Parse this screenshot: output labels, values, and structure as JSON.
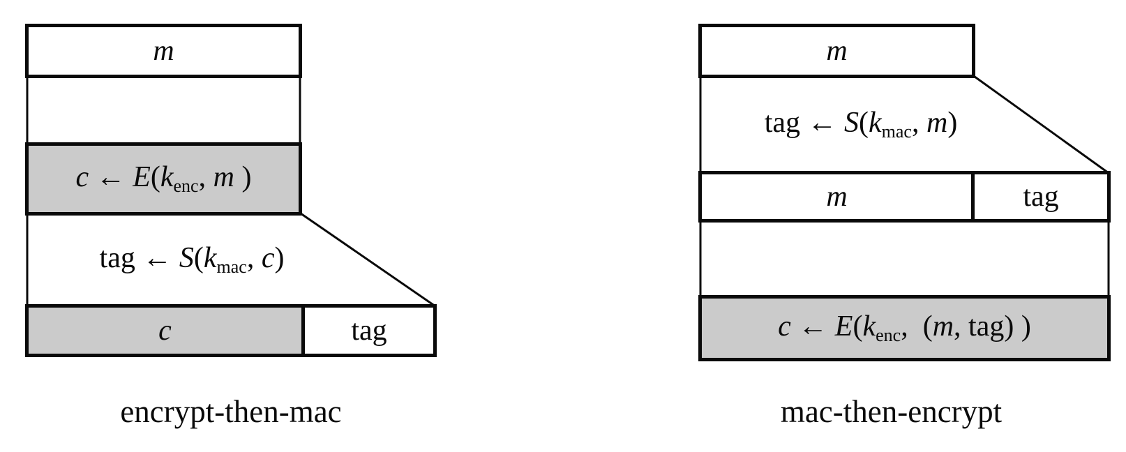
{
  "palette": {
    "background": "#ffffff",
    "ink": "#0a0a0a",
    "shaded_fill": "#cbcbcb"
  },
  "left_diagram": {
    "caption": "encrypt-then-mac",
    "message_label": "m",
    "encrypt_step_segments": [
      {
        "t": "c",
        "s": "i"
      },
      {
        "t": " ← ",
        "s": "r"
      },
      {
        "t": "E",
        "s": "i"
      },
      {
        "t": "(",
        "s": "r"
      },
      {
        "t": "k",
        "s": "i"
      },
      {
        "t": "enc",
        "s": "sub"
      },
      {
        "t": ", ",
        "s": "r"
      },
      {
        "t": "m",
        "s": "i"
      },
      {
        "t": " )",
        "s": "r"
      }
    ],
    "mac_step_segments": [
      {
        "t": "tag ← ",
        "s": "r"
      },
      {
        "t": "S",
        "s": "i"
      },
      {
        "t": "(",
        "s": "r"
      },
      {
        "t": "k",
        "s": "i"
      },
      {
        "t": "mac",
        "s": "sub"
      },
      {
        "t": ", ",
        "s": "r"
      },
      {
        "t": "c",
        "s": "i"
      },
      {
        "t": ")",
        "s": "r"
      }
    ],
    "output_ciphertext_label": "c",
    "output_tag_label": "tag"
  },
  "right_diagram": {
    "caption": "mac-then-encrypt",
    "message_label": "m",
    "mac_step_segments": [
      {
        "t": "tag ← ",
        "s": "r"
      },
      {
        "t": "S",
        "s": "i"
      },
      {
        "t": "(",
        "s": "r"
      },
      {
        "t": "k",
        "s": "i"
      },
      {
        "t": "mac",
        "s": "sub"
      },
      {
        "t": ", ",
        "s": "r"
      },
      {
        "t": "m",
        "s": "i"
      },
      {
        "t": ")",
        "s": "r"
      }
    ],
    "row_message_label": "m",
    "row_tag_label": "tag",
    "encrypt_step_segments": [
      {
        "t": "c",
        "s": "i"
      },
      {
        "t": " ← ",
        "s": "r"
      },
      {
        "t": "E",
        "s": "i"
      },
      {
        "t": "(",
        "s": "r"
      },
      {
        "t": "k",
        "s": "i"
      },
      {
        "t": "enc",
        "s": "sub"
      },
      {
        "t": ",  (",
        "s": "r"
      },
      {
        "t": "m",
        "s": "i"
      },
      {
        "t": ", tag) )",
        "s": "r"
      }
    ]
  }
}
